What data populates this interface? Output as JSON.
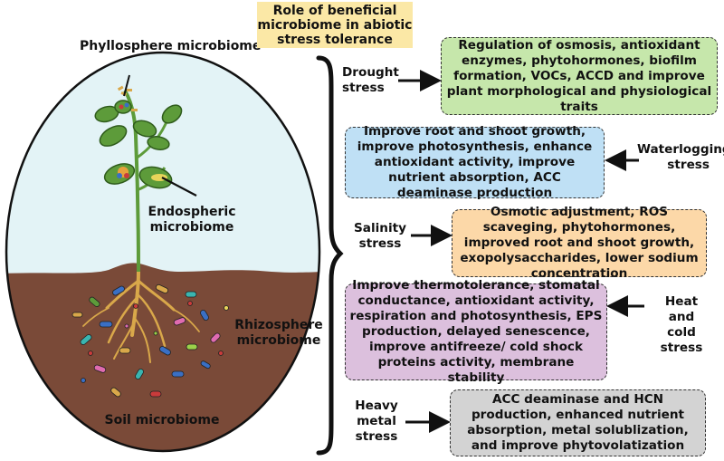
{
  "title": "Role of beneficial microbiome in abiotic stress tolerance",
  "left": {
    "phyllosphere": "Phyllosphere microbiome",
    "endospheric": "Endospheric microbiome",
    "rhizosphere": "Rhizosphere microbiome",
    "soil": "Soil microbiome"
  },
  "stresses": {
    "drought": "Drought stress",
    "waterlogging": "Waterlogging stress",
    "salinity": "Salinity stress",
    "heat_cold": "Heat and cold stress",
    "heavy_metal": "Heavy metal stress"
  },
  "boxes": {
    "drought": "Regulation of osmosis, antioxidant enzymes, phytohormones, biofilm formation, VOCs, ACCD and improve plant morphological and physiological traits",
    "waterlogging": "Improve root and shoot growth, improve photosynthesis, enhance antioxidant activity, improve nutrient absorption, ACC deaminase production",
    "salinity": "Osmotic adjustment, ROS scaveging, phytohormones, improved root and shoot growth, exopolysaccharides, lower sodium concentration",
    "heat_cold": "Improve thermotolerance, stomatal conductance, antioxidant activity, respiration and photosynthesis, EPS production, delayed senescence, improve antifreeze/ cold shock proteins activity, membrane stability",
    "heavy_metal": "ACC deaminase and HCN production, enhanced nutrient absorption, metal solublization, and improve phytovolatization"
  },
  "colors": {
    "title_bg": "#fbe8a6",
    "drought_bg": "#c6e7ab",
    "waterlogging_bg": "#bfe0f5",
    "salinity_bg": "#fcd8a8",
    "heat_cold_bg": "#dcc0dd",
    "heavy_metal_bg": "#d3d3d3",
    "soil": "#7a4a38",
    "sky": "#e3f3f6",
    "plant": "#5d9b3a"
  }
}
